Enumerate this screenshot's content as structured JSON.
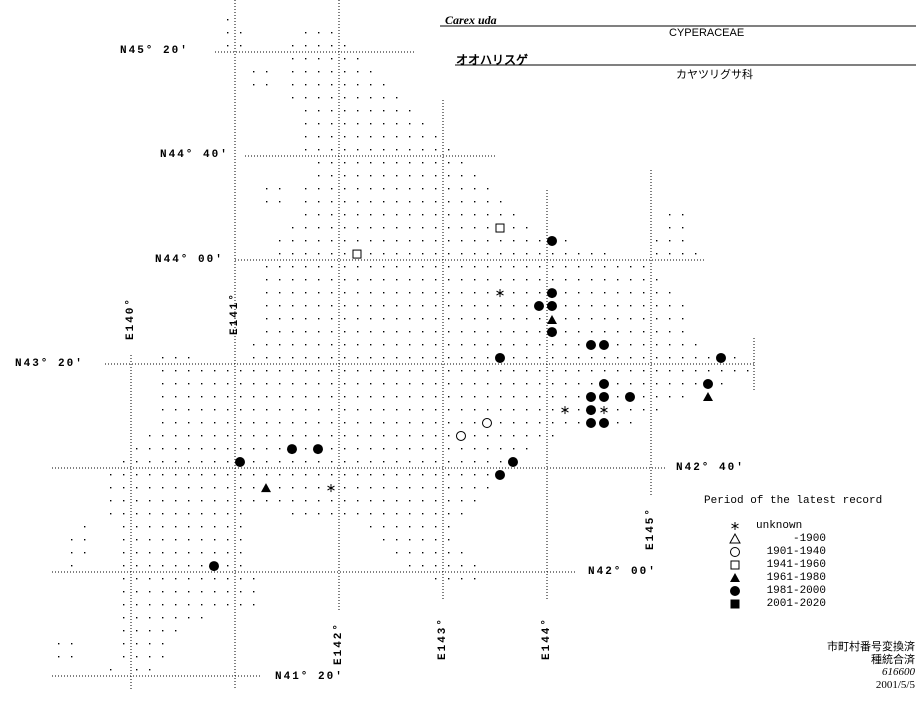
{
  "header": {
    "scientific_name": "Carex uda",
    "family": "CYPERACEAE",
    "japanese_name": "オオハリスゲ",
    "japanese_family": "カヤツリグサ科"
  },
  "latitude_labels": [
    "N45° 20′",
    "N44° 40′",
    "N44° 00′",
    "N43° 20′",
    "N42° 40′",
    "N42° 00′",
    "N41° 20′"
  ],
  "longitude_labels": [
    "E140°",
    "E141°",
    "E142°",
    "E143°",
    "E144°",
    "E145°"
  ],
  "legend": {
    "title": "Period of the latest record",
    "items": [
      {
        "symbol": "asterisk",
        "label": "unknown"
      },
      {
        "symbol": "open-triangle",
        "label": "-1900"
      },
      {
        "symbol": "open-circle",
        "label": "1901-1940"
      },
      {
        "symbol": "open-square",
        "label": "1941-1960"
      },
      {
        "symbol": "filled-triangle",
        "label": "1961-1980"
      },
      {
        "symbol": "filled-circle",
        "label": "1981-2000"
      },
      {
        "symbol": "filled-square",
        "label": "2001-2020"
      }
    ]
  },
  "footer": {
    "line1": "市町村番号変換済",
    "line2": "種統合済",
    "code": "616600",
    "date": "2001/5/5"
  },
  "records": [
    {
      "symbol": "open-square",
      "lon": 143.548,
      "lat": 44.205
    },
    {
      "symbol": "open-square",
      "lon": 142.173,
      "lat": 44.038
    },
    {
      "symbol": "asterisk",
      "lon": 143.548,
      "lat": 43.788
    },
    {
      "symbol": "asterisk",
      "lon": 144.173,
      "lat": 43.038
    },
    {
      "symbol": "asterisk",
      "lon": 144.548,
      "lat": 43.038
    },
    {
      "symbol": "asterisk",
      "lon": 141.923,
      "lat": 42.538
    },
    {
      "symbol": "open-circle",
      "lon": 143.423,
      "lat": 42.955
    },
    {
      "symbol": "open-circle",
      "lon": 143.173,
      "lat": 42.872
    },
    {
      "symbol": "filled-triangle",
      "lon": 144.048,
      "lat": 43.615
    },
    {
      "symbol": "filled-triangle",
      "lon": 145.548,
      "lat": 43.122
    },
    {
      "symbol": "filled-triangle",
      "lon": 141.298,
      "lat": 42.538
    },
    {
      "symbol": "filled-circle",
      "lon": 144.048,
      "lat": 44.122
    },
    {
      "symbol": "filled-circle",
      "lon": 143.923,
      "lat": 43.705
    },
    {
      "symbol": "filled-circle",
      "lon": 144.048,
      "lat": 43.788
    },
    {
      "symbol": "filled-circle",
      "lon": 144.048,
      "lat": 43.705
    },
    {
      "symbol": "filled-circle",
      "lon": 144.048,
      "lat": 43.538
    },
    {
      "symbol": "filled-circle",
      "lon": 144.423,
      "lat": 43.455
    },
    {
      "symbol": "filled-circle",
      "lon": 144.548,
      "lat": 43.455
    },
    {
      "symbol": "filled-circle",
      "lon": 143.548,
      "lat": 43.372
    },
    {
      "symbol": "filled-circle",
      "lon": 145.673,
      "lat": 43.372
    },
    {
      "symbol": "filled-circle",
      "lon": 145.548,
      "lat": 43.205
    },
    {
      "symbol": "filled-circle",
      "lon": 144.548,
      "lat": 43.205
    },
    {
      "symbol": "filled-circle",
      "lon": 144.423,
      "lat": 43.122
    },
    {
      "symbol": "filled-circle",
      "lon": 144.548,
      "lat": 43.122
    },
    {
      "symbol": "filled-circle",
      "lon": 144.798,
      "lat": 43.122
    },
    {
      "symbol": "filled-circle",
      "lon": 144.423,
      "lat": 43.038
    },
    {
      "symbol": "filled-circle",
      "lon": 144.423,
      "lat": 42.955
    },
    {
      "symbol": "filled-circle",
      "lon": 144.548,
      "lat": 42.955
    },
    {
      "symbol": "filled-circle",
      "lon": 141.548,
      "lat": 42.788
    },
    {
      "symbol": "filled-circle",
      "lon": 141.798,
      "lat": 42.788
    },
    {
      "symbol": "filled-circle",
      "lon": 141.048,
      "lat": 42.705
    },
    {
      "symbol": "filled-circle",
      "lon": 143.673,
      "lat": 42.705
    },
    {
      "symbol": "filled-circle",
      "lon": 143.548,
      "lat": 42.622
    },
    {
      "symbol": "filled-circle",
      "lon": 140.798,
      "lat": 42.038
    }
  ]
}
